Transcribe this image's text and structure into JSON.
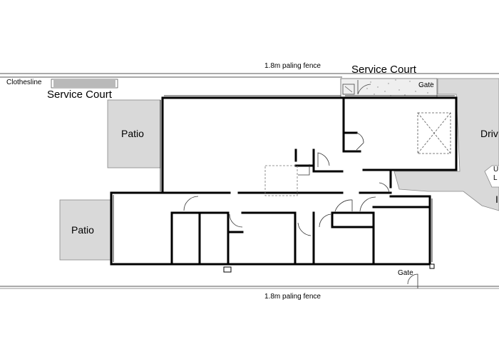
{
  "labels": {
    "fence_top": "1.8m paling fence",
    "fence_bottom": "1.8m paling fence",
    "service_court_right": "Service Court",
    "service_court_left": "Service Court",
    "clothesline": "Clothesline",
    "gate_top": "Gate",
    "gate_bottom": "Gate",
    "patio_upper": "Patio",
    "patio_lower": "Patio",
    "driveway_partial": "Driv",
    "edge_u": "U",
    "edge_l": "L",
    "edge_p": "I"
  },
  "colors": {
    "paving": "#d9d9d9",
    "wall": "#000000",
    "line": "#555555",
    "dashed": "#777777"
  }
}
